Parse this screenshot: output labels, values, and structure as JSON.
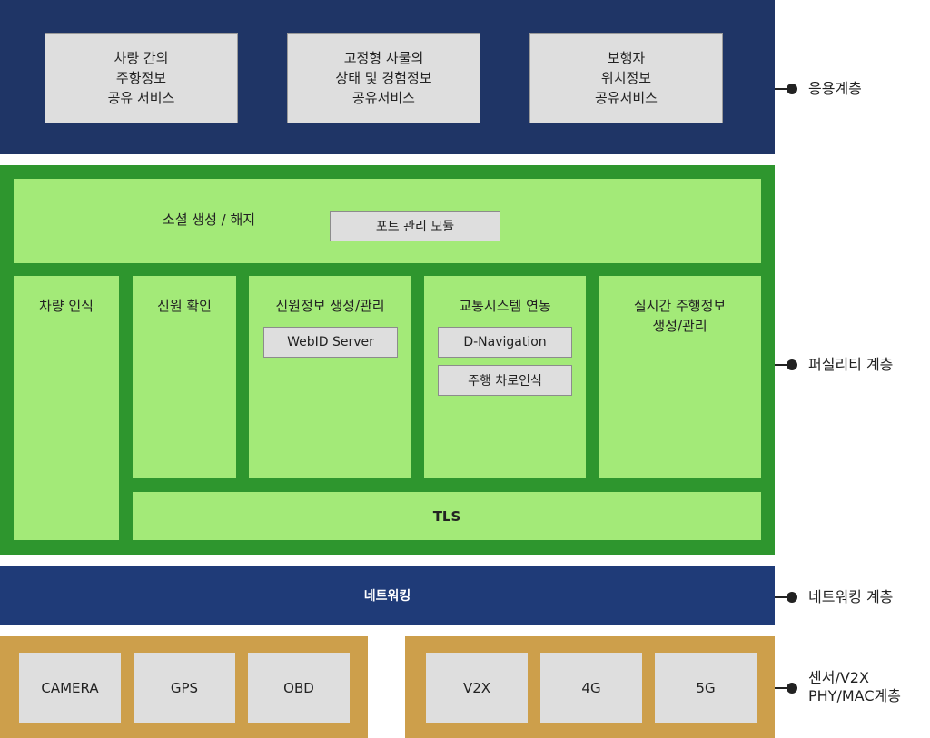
{
  "app": {
    "boxes": [
      "차량 간의\n주향정보\n공유 서비스",
      "고정형 사물의\n상태 및 경험정보\n공유서비스",
      "보행자\n위치정보\n공유서비스"
    ]
  },
  "facility": {
    "top_title": "소셜 생성 / 해지",
    "port_module": "포트 관리 모듈",
    "vehicle_recognition": "차량 인식",
    "trust_check": "신원 확인",
    "trust_info": "신원정보 생성/관리",
    "webid_server": "WebID Server",
    "traffic_link": "교통시스템 연동",
    "d_navigation": "D-Navigation",
    "lane_recognition": "주행 차로인식",
    "realtime": "실시간 주행정보\n생성/관리",
    "tls": "TLS"
  },
  "network": {
    "label": "네트워킹"
  },
  "sensors": {
    "left": [
      "CAMERA",
      "GPS",
      "OBD"
    ],
    "right": [
      "V2X",
      "4G",
      "5G"
    ]
  },
  "layers": [
    "응용계층",
    "퍼실리티 계층",
    "네트워킹 계층",
    "센서/V2X\nPHY/MAC계층"
  ]
}
